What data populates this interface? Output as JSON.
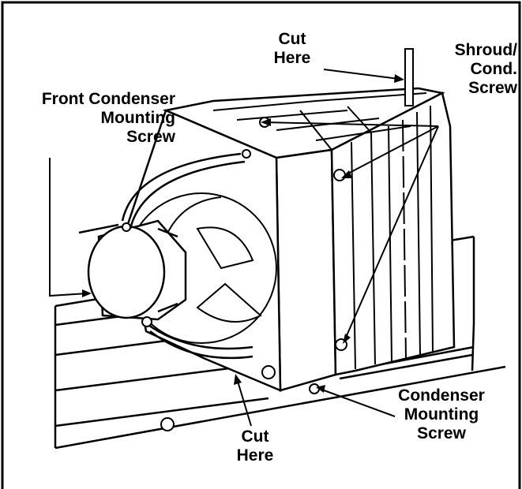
{
  "figure": {
    "border_color": "#000000",
    "line_color": "#000000",
    "background": "#ffffff"
  },
  "labels": {
    "front_condenser_screw": "Front Condenser\nMounting\nScrew",
    "cut_here_top": "Cut\nHere",
    "shroud_cond_screw": "Shroud/\nCond.\nScrew",
    "cut_here_bottom": "Cut\nHere",
    "condenser_mounting_screw": "Condenser\nMounting\nScrew"
  }
}
